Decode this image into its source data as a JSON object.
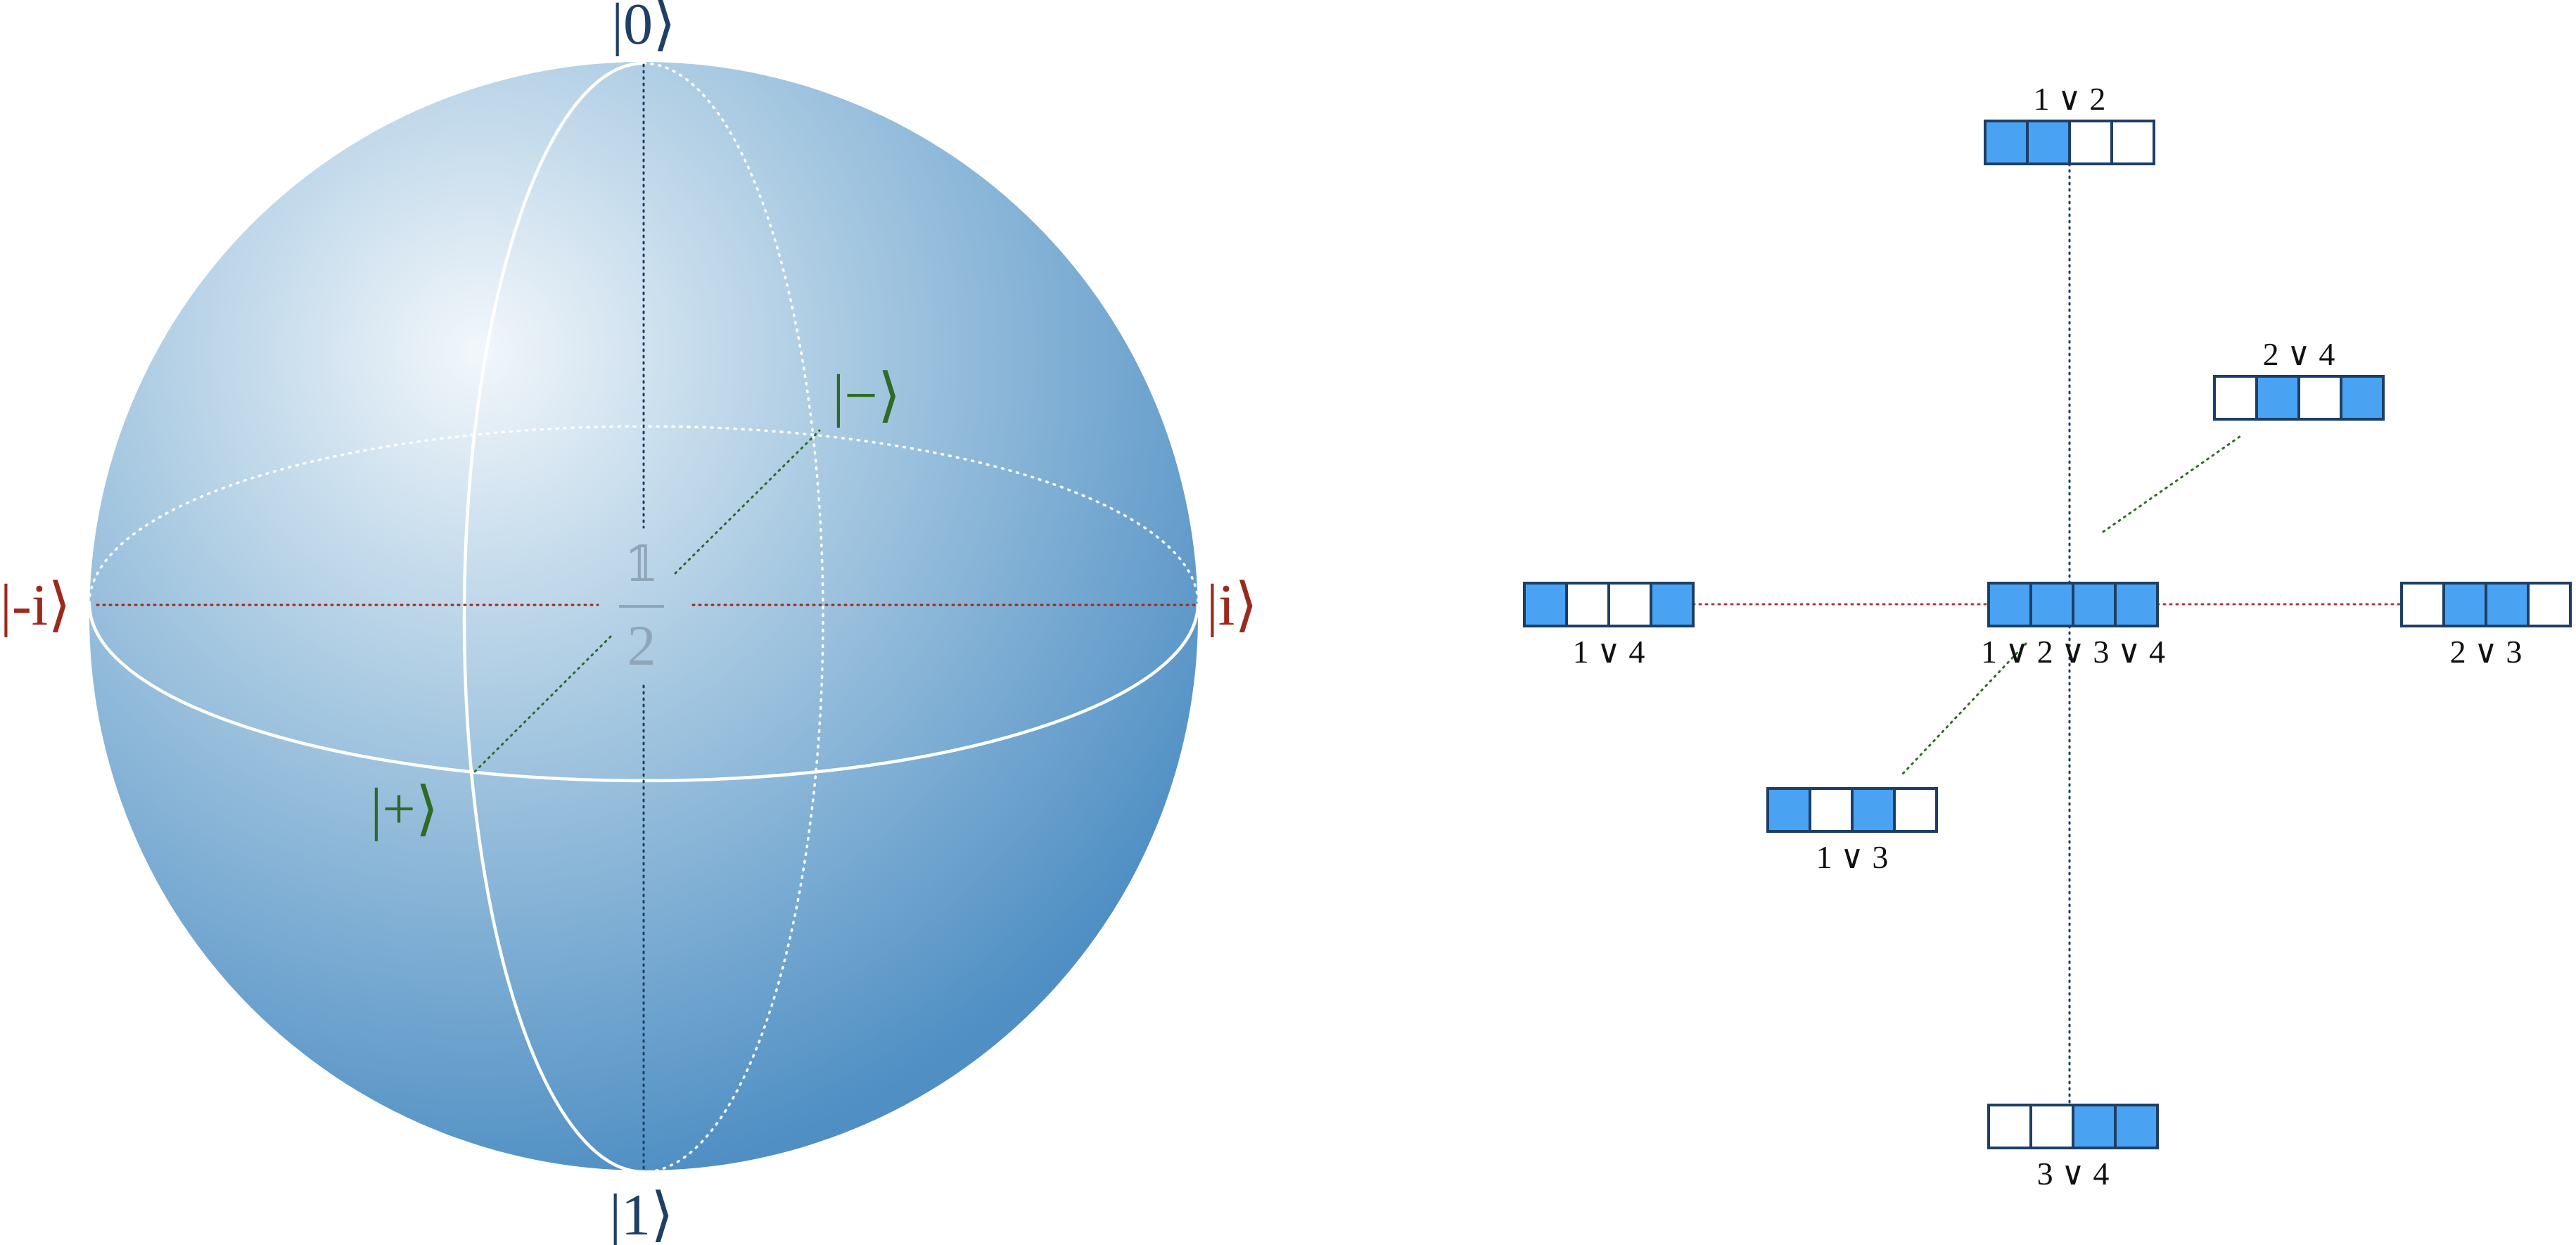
{
  "colors": {
    "sphere_highlight": "#f2f7fb",
    "sphere_mid": "#a6c8e1",
    "sphere_shadow": "#4f8fc4",
    "z_axis": "#1f3f66",
    "y_axis": "#9c2a1c",
    "x_axis": "#2f6b24",
    "filled": "#4aa3f2",
    "empty": "#ffffff",
    "box_border": "#1d3f66",
    "connector_vertical": "#1f3f66",
    "connector_horizontal": "#b03636",
    "connector_diagonal": "#2f6b24"
  },
  "bloch": {
    "labels": {
      "top": "|0⟩",
      "bottom": "|1⟩",
      "left": "|-i⟩",
      "right": "|i⟩",
      "front": "|+⟩",
      "back": "|−⟩"
    },
    "center": {
      "numerator": "𝟙",
      "denominator": "2"
    }
  },
  "lattice": {
    "nodes": [
      {
        "id": "center",
        "label": "1 ∨ 2 ∨ 3 ∨ 4",
        "bits": [
          1,
          1,
          1,
          1
        ]
      },
      {
        "id": "top",
        "label": "1 ∨ 2",
        "bits": [
          1,
          1,
          0,
          0
        ]
      },
      {
        "id": "bottom",
        "label": "3 ∨ 4",
        "bits": [
          0,
          0,
          1,
          1
        ]
      },
      {
        "id": "left",
        "label": "1 ∨ 4",
        "bits": [
          1,
          0,
          0,
          1
        ]
      },
      {
        "id": "right",
        "label": "2 ∨ 3",
        "bits": [
          0,
          1,
          1,
          0
        ]
      },
      {
        "id": "back",
        "label": "2 ∨ 4",
        "bits": [
          0,
          1,
          0,
          1
        ]
      },
      {
        "id": "front",
        "label": "1 ∨ 3",
        "bits": [
          1,
          0,
          1,
          0
        ]
      }
    ]
  }
}
